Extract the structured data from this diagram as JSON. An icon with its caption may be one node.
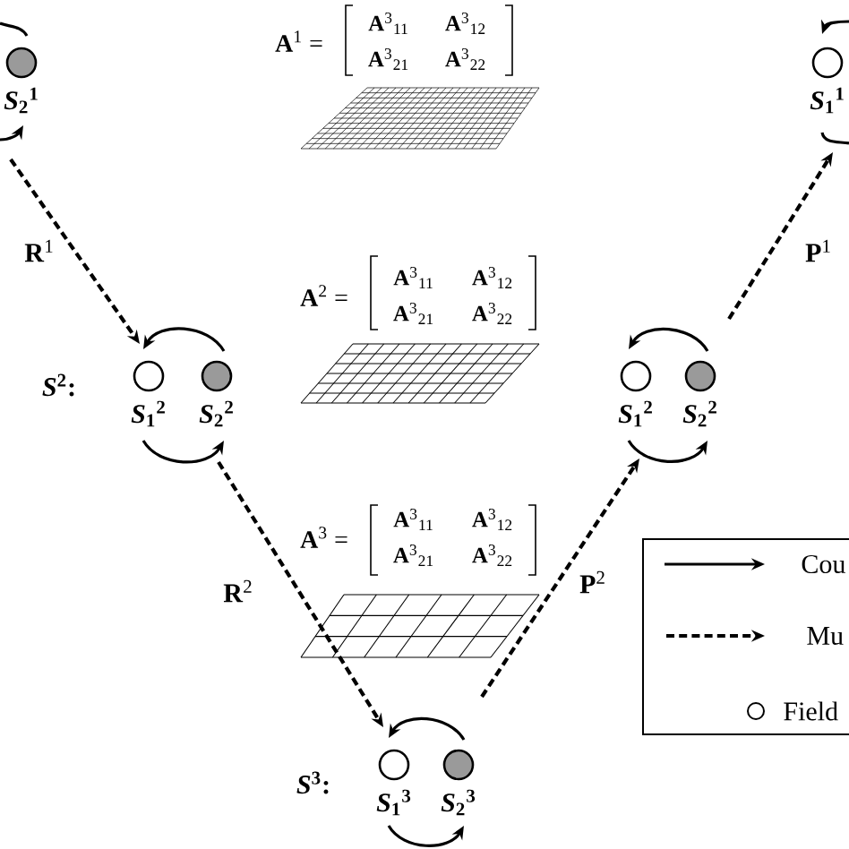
{
  "diagram": {
    "nodes": [
      {
        "text": [
          "*S*$_{2}$$^{1}$"
        ]
      },
      {
        "text": [
          "*S*$_{1}$$^{1}$"
        ]
      },
      {
        "text": [
          "*S*$_{1}$$^{2}$"
        ]
      },
      {
        "text": [
          "*S*$_{2}$$^{2}$"
        ]
      },
      {
        "text": [
          "*S*$_{1}$$^{2}$"
        ]
      },
      {
        "text": [
          "*S*$_{2}$$^{2}$"
        ]
      },
      {
        "text": [
          "*S*$_{1}$$^{3}$"
        ]
      },
      {
        "text": [
          "*S*$_{2}$$^{3}$"
        ]
      }
    ],
    "edges": [
      {
        "from": 0,
        "to": null,
        "arrow": "none"
      },
      {
        "from": null,
        "to": 0,
        "arrow": "to"
      },
      {
        "from": null,
        "to": 1,
        "arrow": "to"
      },
      {
        "from": 1,
        "to": null,
        "arrow": "none"
      },
      {
        "from": 0,
        "to": 2,
        "arrow": "to",
        "style": "dashed",
        "label": "**R**$^{1}$"
      },
      {
        "from": 3,
        "to": 2,
        "arrow": "to"
      },
      {
        "from": 2,
        "to": 3,
        "arrow": "to"
      },
      {
        "from": 3,
        "to": 6,
        "arrow": "to",
        "style": "dashed",
        "label": "**R**$^{2}$"
      },
      {
        "from": 7,
        "to": 6,
        "arrow": "to"
      },
      {
        "from": 6,
        "to": 7,
        "arrow": "to"
      },
      {
        "from": 7,
        "to": 4,
        "arrow": "to",
        "style": "dashed",
        "label": "**P**$^{2}$"
      },
      {
        "from": 5,
        "to": 4,
        "arrow": "to"
      },
      {
        "from": 4,
        "to": 5,
        "arrow": "to"
      },
      {
        "from": 5,
        "to": 1,
        "arrow": "to",
        "style": "dashed",
        "label": "**P**$^{1}$"
      }
    ],
    "labels": [
      "**A**$^{1}$ =",
      "**A**$^{3}$$_{11}$",
      "**A**$^{3}$$_{12}$",
      "**A**$^{3}$$_{21}$",
      "**A**$^{3}$$_{22}$",
      "**A**$^{2}$ =",
      "**A**$^{3}$$_{11}$",
      "**A**$^{3}$$_{12}$",
      "**A**$^{3}$$_{21}$",
      "**A**$^{3}$$_{22}$",
      "*S*$^{2}$:",
      "**A**$^{3}$ =",
      "**A**$^{3}$$_{11}$",
      "**A**$^{3}$$_{12}$",
      "**A**$^{3}$$_{21}$",
      "**A**$^{3}$$_{22}$",
      "*S*$^{3}$:"
    ],
    "legend": [
      {
        "text": "Cou"
      },
      {
        "text": "Mu"
      },
      {
        "text": "Field"
      }
    ]
  }
}
